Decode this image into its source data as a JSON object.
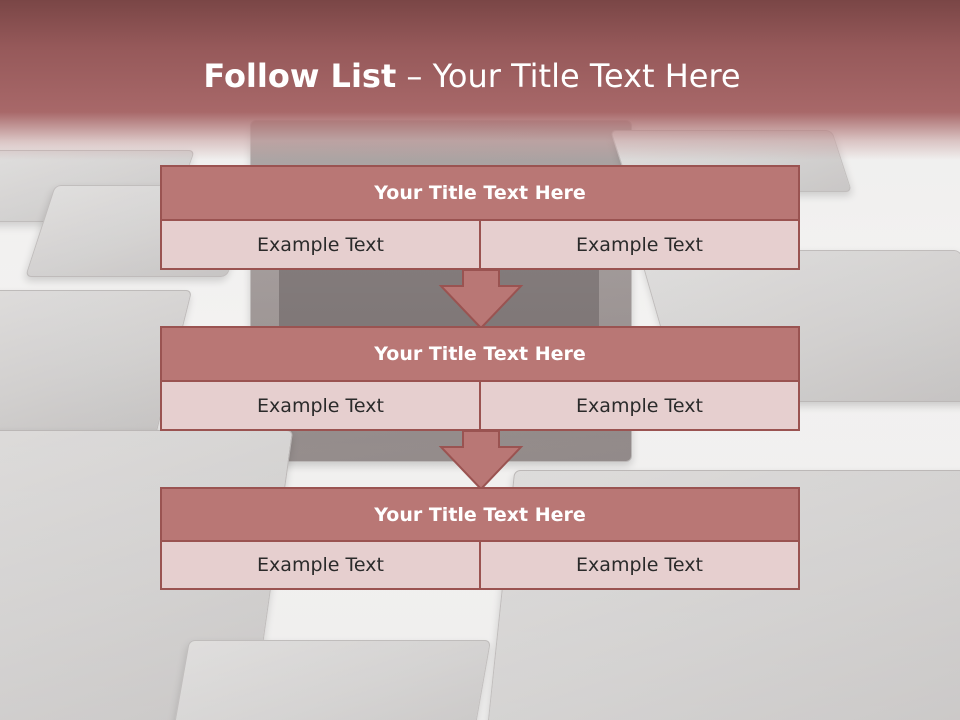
{
  "slide": {
    "title_bold": "Follow List",
    "title_rest": " – Your Title Text Here",
    "colors": {
      "header": "#a86869",
      "box_title_fill": "#b97775",
      "box_border": "#9a5351",
      "cell_fill": "#e6cfcf"
    }
  },
  "steps": [
    {
      "title": "Your Title Text Here",
      "left": "Example Text",
      "right": "Example Text"
    },
    {
      "title": "Your Title Text Here",
      "left": "Example Text",
      "right": "Example Text"
    },
    {
      "title": "Your Title Text Here",
      "left": "Example Text",
      "right": "Example Text"
    }
  ]
}
